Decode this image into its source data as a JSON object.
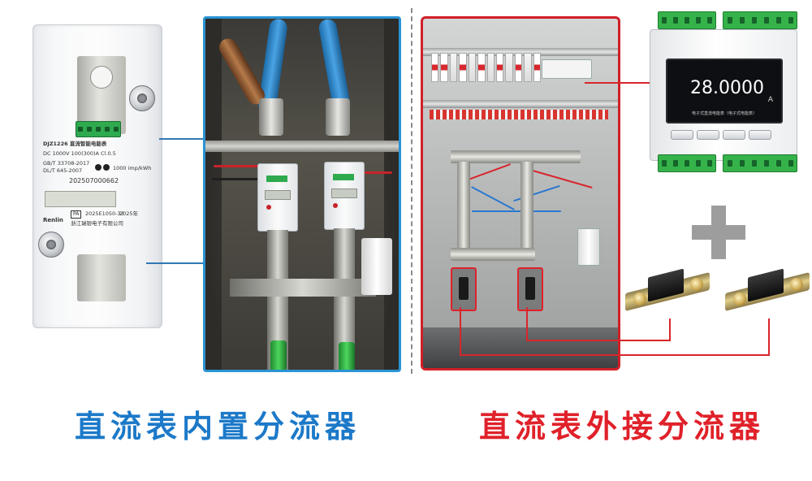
{
  "meter": {
    "model_line": "DJZ1226  直流智能电能表",
    "spec_line": "DC 1000V   100(300)A   Cl.0.5",
    "std1": "GB/T 33708-2017",
    "std2": "DL/T 645-2007",
    "pulse": "1000 imp/kWh",
    "serial": "202507000662",
    "brand": "Renlin",
    "cert": "2025E1050-33",
    "year": "2025年",
    "pa": "PA",
    "maker": "浙江瑞银电子有限公司"
  },
  "din_meter": {
    "reading": "28.0000",
    "unit": "A",
    "screen_label": "电子式直流电能表（电子式电能表）"
  },
  "captions": {
    "left": "直流表内置分流器",
    "right": "直流表外接分流器"
  },
  "colors": {
    "left_caption": "#1c79c8",
    "right_caption": "#e0212a",
    "blue_frame": "#2a93d4",
    "red_frame": "#d11f26",
    "connector": "#2f79b6",
    "red_connector": "#d8262c",
    "plus": "#9d9d9d"
  }
}
